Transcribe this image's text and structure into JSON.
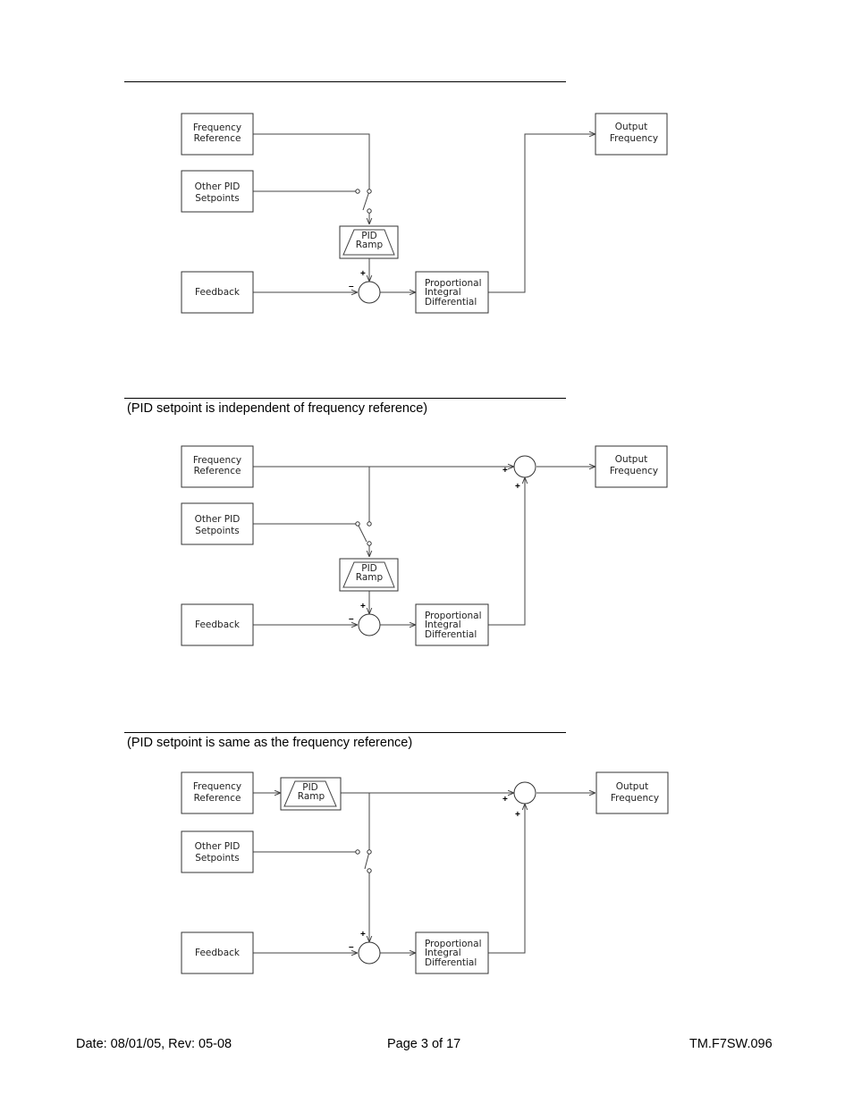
{
  "diagrams": [
    {
      "caption": "",
      "blocks": {
        "freq_ref": [
          "Frequency",
          "Reference"
        ],
        "other_pid": [
          "Other PID",
          "Setpoints"
        ],
        "pid_ramp": [
          "PID",
          "Ramp"
        ],
        "feedback": [
          "Feedback"
        ],
        "pid": [
          "Proportional",
          "Integral",
          "Differential"
        ],
        "output": [
          "Output",
          "Frequency"
        ]
      },
      "signs": {
        "setpoint": "+",
        "feedback": "–"
      }
    },
    {
      "caption": "(PID setpoint is independent of frequency reference)",
      "blocks": {
        "freq_ref": [
          "Frequency",
          "Reference"
        ],
        "other_pid": [
          "Other PID",
          "Setpoints"
        ],
        "pid_ramp": [
          "PID",
          "Ramp"
        ],
        "feedback": [
          "Feedback"
        ],
        "pid": [
          "Proportional",
          "Integral",
          "Differential"
        ],
        "output": [
          "Output",
          "Frequency"
        ]
      },
      "signs": {
        "setpoint": "+",
        "feedback": "–",
        "sum_left": "+",
        "sum_bottom": "+"
      }
    },
    {
      "caption": "(PID setpoint is same as the frequency reference)",
      "blocks": {
        "freq_ref": [
          "Frequency",
          "Reference"
        ],
        "other_pid": [
          "Other PID",
          "Setpoints"
        ],
        "pid_ramp": [
          "PID",
          "Ramp"
        ],
        "feedback": [
          "Feedback"
        ],
        "pid": [
          "Proportional",
          "Integral",
          "Differential"
        ],
        "output": [
          "Output",
          "Frequency"
        ]
      },
      "signs": {
        "setpoint": "+",
        "feedback": "–",
        "sum_left": "+",
        "sum_bottom": "+"
      }
    }
  ],
  "footer": {
    "date": "Date: 08/01/05, Rev: 05-08",
    "page": "Page 3 of 17",
    "doc_id": "TM.F7SW.096"
  }
}
